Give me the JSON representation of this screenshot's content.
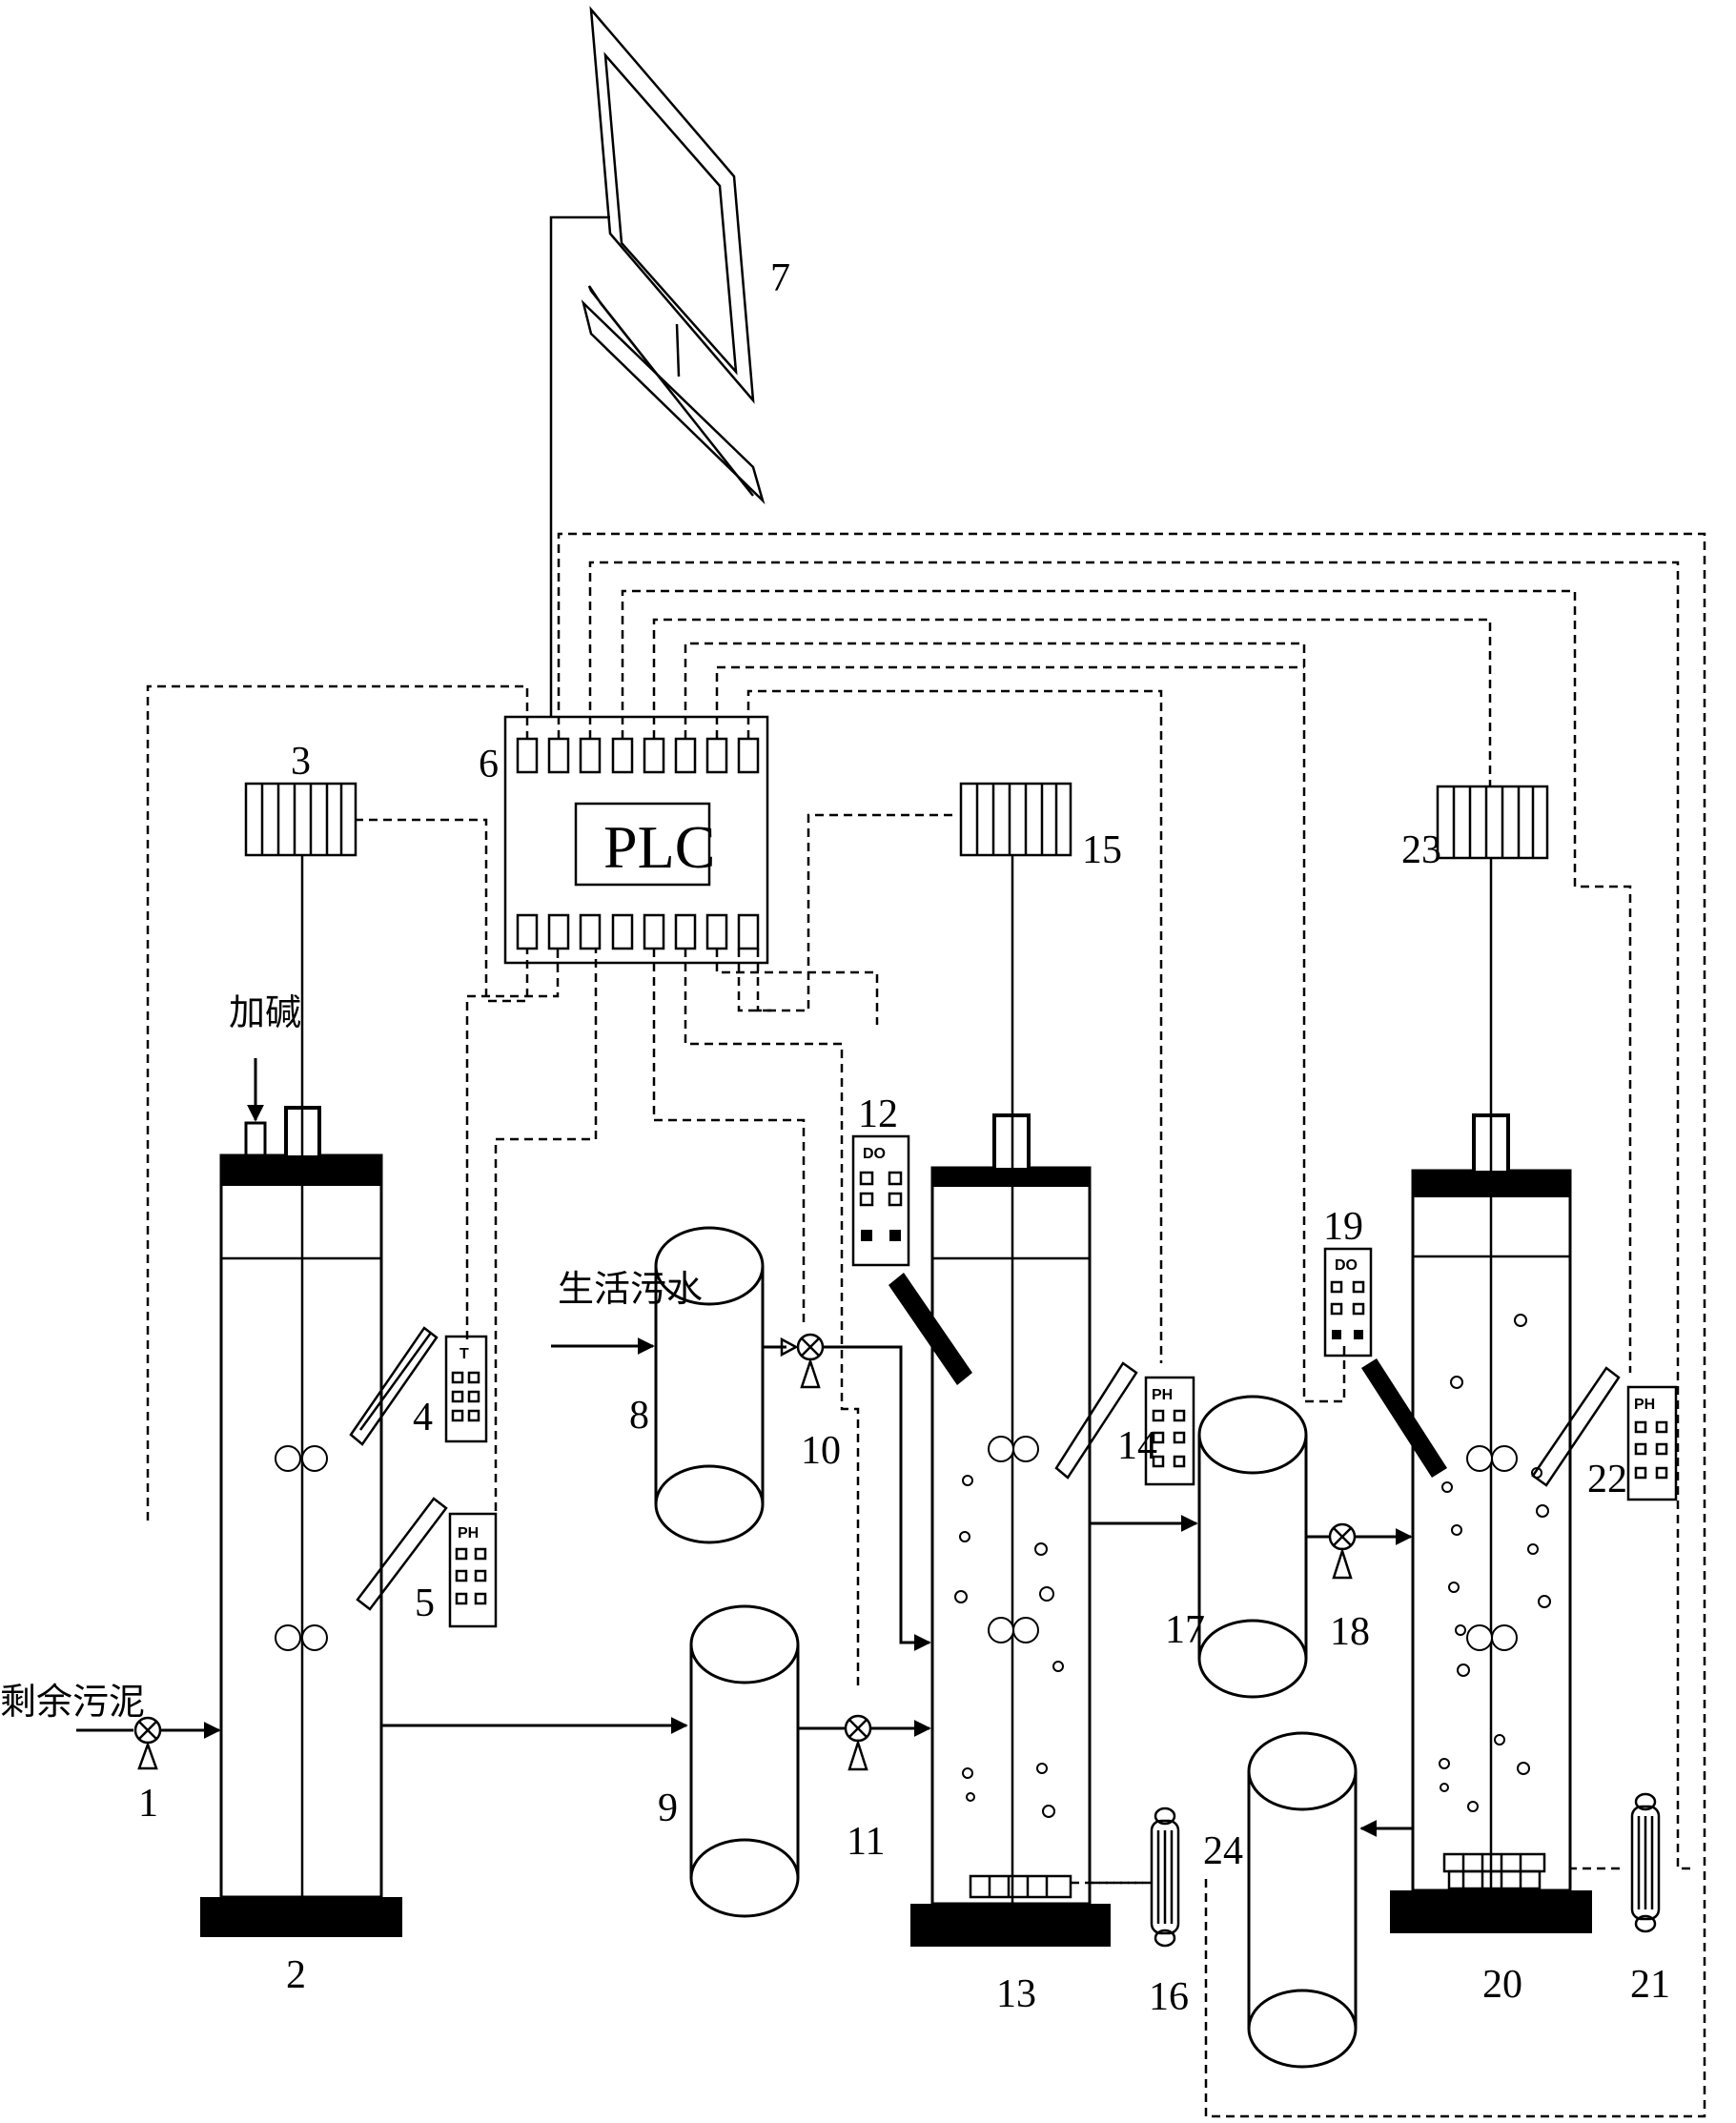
{
  "labels": {
    "n1": "1",
    "n2": "2",
    "n3": "3",
    "n4": "4",
    "n5": "5",
    "n6": "6",
    "n7": "7",
    "n8": "8",
    "n9": "9",
    "n10": "10",
    "n11": "11",
    "n12": "12",
    "n13": "13",
    "n14": "14",
    "n15": "15",
    "n16": "16",
    "n17": "17",
    "n18": "18",
    "n19": "19",
    "n20": "20",
    "n21": "21",
    "n22": "22",
    "n23": "23",
    "n24": "24"
  },
  "controller": {
    "name": "PLC"
  },
  "texts": {
    "add_alkali": "加碱",
    "domestic_sewage": "生活污水",
    "excess_sludge": "剩余污泥"
  },
  "meters": {
    "m4": "T",
    "m5": "PH",
    "m12": "DO",
    "m14": "PH",
    "m19": "DO",
    "m22": "PH"
  }
}
